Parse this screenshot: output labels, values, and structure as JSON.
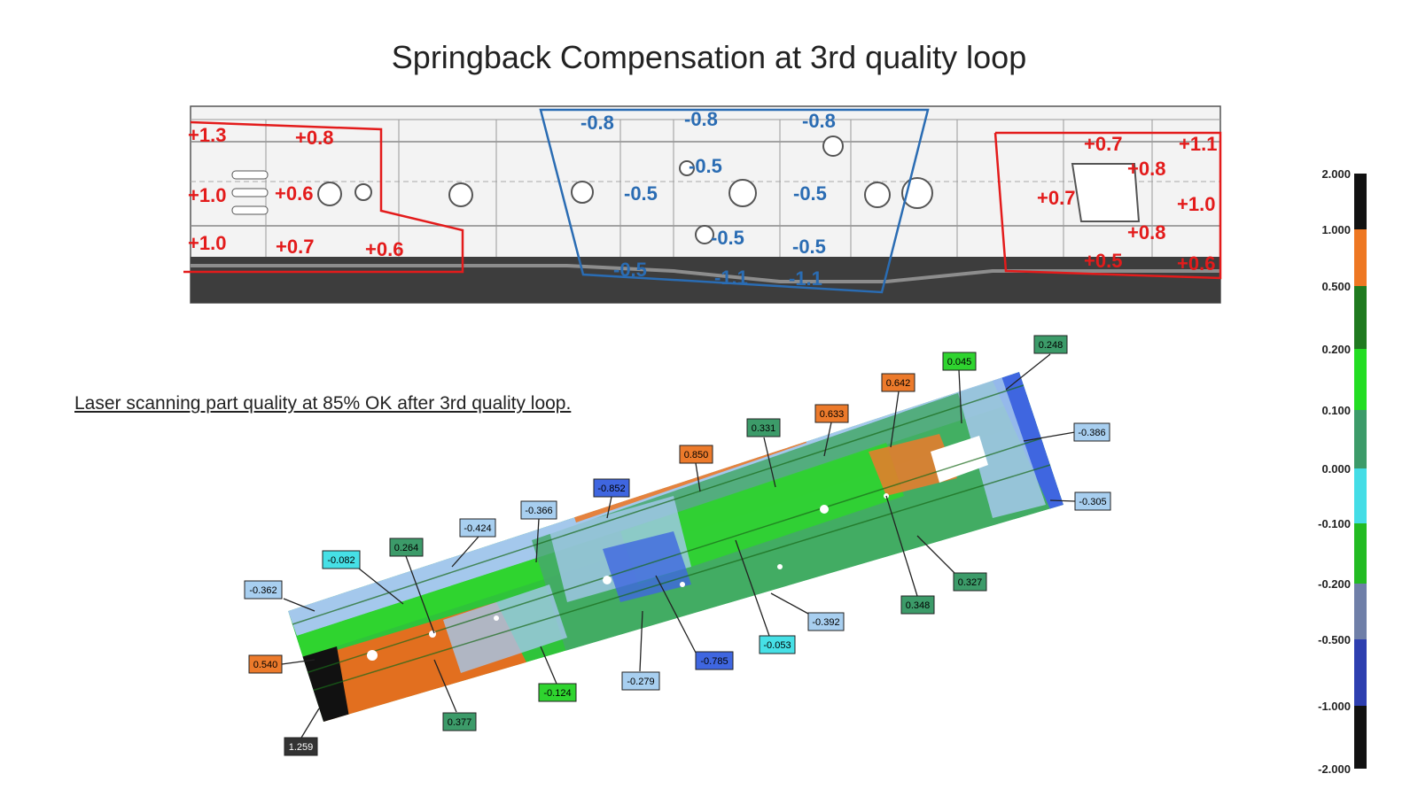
{
  "title": "Springback Compensation at 3rd quality loop",
  "subtitle": "Laser scanning part quality at 85% OK after 3rd quality loop.",
  "compensation_labels": {
    "left": [
      "+1.3",
      "+0.8",
      "+1.0",
      "+0.6",
      "+1.0",
      "+0.7",
      "+0.6"
    ],
    "middle": [
      "-0.8",
      "-0.8",
      "-0.8",
      "-0.5",
      "-0.5",
      "-0.5",
      "-0.5",
      "-0.5",
      "-0.5",
      "-1.1",
      "-1.1"
    ],
    "right": [
      "+0.7",
      "+1.1",
      "+0.8",
      "+0.7",
      "+1.0",
      "+0.8",
      "+0.5",
      "+0.6"
    ]
  },
  "scan_tags": [
    {
      "value": "0.248",
      "color": "#3c9b69"
    },
    {
      "value": "0.045",
      "color": "#2fd42f"
    },
    {
      "value": "0.642",
      "color": "#ec7a2b"
    },
    {
      "value": "0.633",
      "color": "#ec7a2b"
    },
    {
      "value": "0.331",
      "color": "#3c9b69"
    },
    {
      "value": "-0.386",
      "color": "#a8cff0"
    },
    {
      "value": "0.850",
      "color": "#ec7a2b"
    },
    {
      "value": "-0.852",
      "color": "#3f66e0"
    },
    {
      "value": "-0.305",
      "color": "#a8cff0"
    },
    {
      "value": "-0.366",
      "color": "#a8cff0"
    },
    {
      "value": "-0.424",
      "color": "#a8cff0"
    },
    {
      "value": "0.264",
      "color": "#3c9b69"
    },
    {
      "value": "-0.082",
      "color": "#46e0e6"
    },
    {
      "value": "-0.362",
      "color": "#a8cff0"
    },
    {
      "value": "0.327",
      "color": "#3c9b69"
    },
    {
      "value": "0.348",
      "color": "#3c9b69"
    },
    {
      "value": "-0.392",
      "color": "#a8cff0"
    },
    {
      "value": "-0.053",
      "color": "#46e0e6"
    },
    {
      "value": "-0.785",
      "color": "#3f66e0"
    },
    {
      "value": "0.540",
      "color": "#ec7a2b"
    },
    {
      "value": "-0.279",
      "color": "#a8cff0"
    },
    {
      "value": "-0.124",
      "color": "#2fd42f"
    },
    {
      "value": "0.377",
      "color": "#3c9b69"
    },
    {
      "value": "1.259",
      "color": "#333333"
    }
  ],
  "color_scale": {
    "ticks": [
      "2.000",
      "1.000",
      "0.500",
      "0.200",
      "0.100",
      "0.000",
      "-0.100",
      "-0.200",
      "-0.500",
      "-1.000",
      "-2.000"
    ],
    "colors": [
      "#111111",
      "#ee7722",
      "#1f7a1f",
      "#22dd22",
      "#3c9b69",
      "#44dde6",
      "#22bb22",
      "#6f7fa8",
      "#2e3fb0",
      "#111111"
    ]
  }
}
